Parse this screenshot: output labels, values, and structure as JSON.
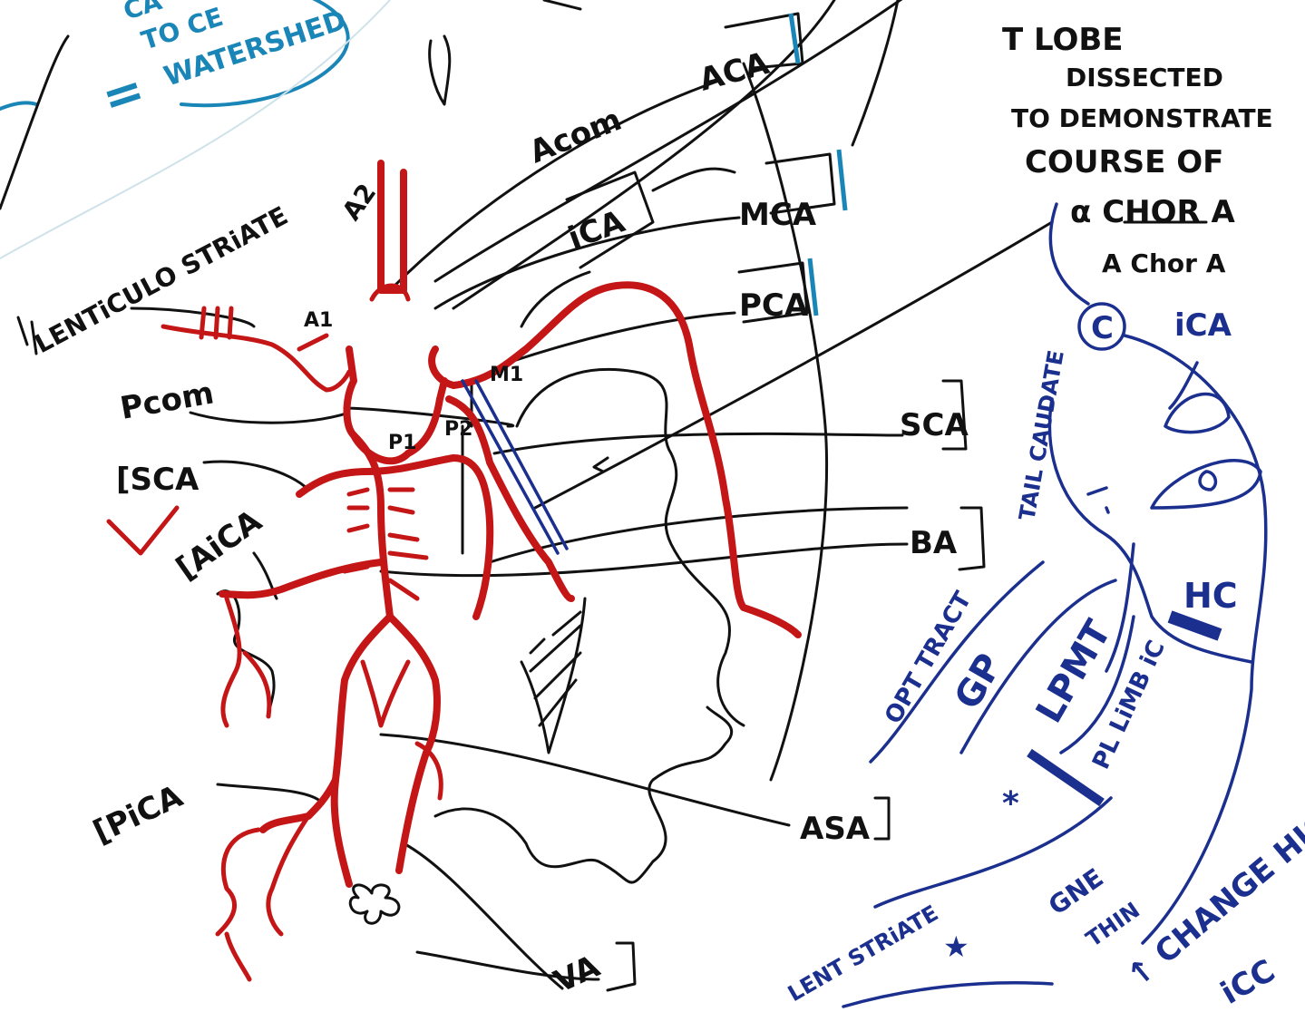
{
  "diagram": {
    "vessel_labels": {
      "aca": "ACA",
      "acom": "Acom",
      "ica": "iCA",
      "mca": "MCA",
      "pca": "PCA",
      "sca_right": "SCA",
      "ba": "BA",
      "asa": "ASA",
      "va": "VA",
      "pcom": "Pcom",
      "sca_left": "[SCA",
      "aica": "[AiCA",
      "pica": "[PiCA",
      "lenticulostriate": "LENTiCULO STRiATE",
      "a2": "A2",
      "a1": "A1",
      "p1": "P1",
      "p2": "P2",
      "m1": "M1"
    },
    "top_note": {
      "line1": "T LOBE",
      "line2": "DISSECTED",
      "line3": "TO DEMONSTRATE",
      "line4": "COURSE OF",
      "line5": "α CHOR A",
      "line6": "A Chor A"
    },
    "teal_note": {
      "line1": "CA",
      "line2": "TO CE",
      "line3": "WATERSHED",
      "equals": "="
    },
    "capsule_labels": {
      "c": "C",
      "ica": "iCA",
      "tail_caudate": "TAIL CAUDATE",
      "hc": "HC",
      "opt_tract": "OPT TRACT",
      "gp": "GP",
      "lpmt": "LPMT",
      "pl_limb_ic": "PL LiMB iC",
      "star": "*",
      "lent_striate": "LENT STRiATE",
      "gne": "GNE",
      "thin": "THIN",
      "change_high": "↑ CHANGE HIGH",
      "icc": "iCC"
    }
  }
}
